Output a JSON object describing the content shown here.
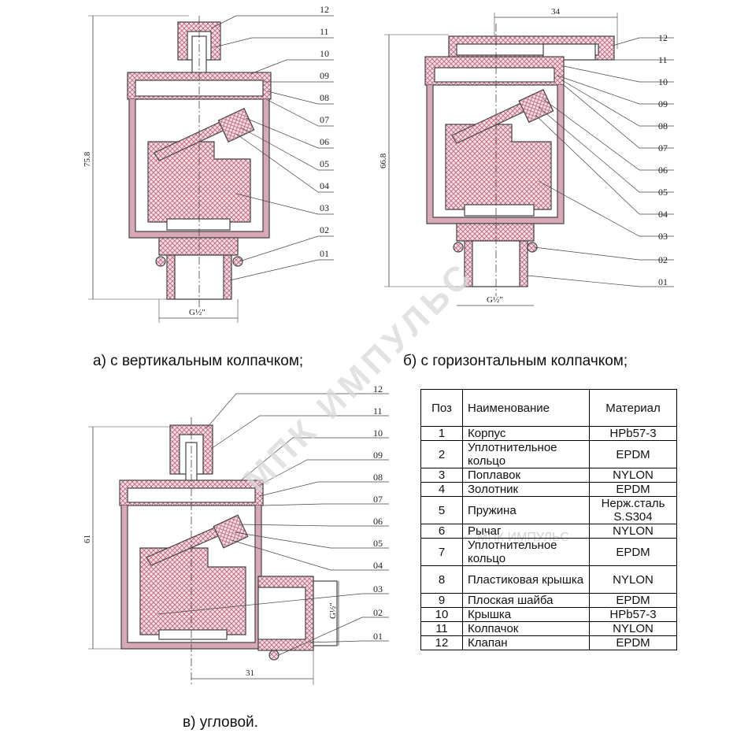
{
  "captions": {
    "a": "а) с вертикальным колпачком;",
    "b": "б) с горизонтальным колпачком;",
    "c": "в) угловой."
  },
  "watermark": "МПК ИМПУЛЬС",
  "watermark_small": "МПК ИМПУЛЬС",
  "part_labels": [
    "12",
    "11",
    "10",
    "09",
    "08",
    "07",
    "06",
    "05",
    "04",
    "03",
    "02",
    "01"
  ],
  "dimensions": {
    "a_height": "75.8",
    "a_thread": "G½\"",
    "b_height": "66.8",
    "b_width": "34",
    "b_thread": "G½\"",
    "c_height": "61",
    "c_width": "31",
    "c_thread": "G½\""
  },
  "table": {
    "headers": [
      "Поз",
      "Наименование",
      "Материал"
    ],
    "rows": [
      {
        "pos": "1",
        "name": "Корпус",
        "material": "HPb57-3"
      },
      {
        "pos": "2",
        "name": "Уплотнительное кольцо",
        "material": "EPDM"
      },
      {
        "pos": "3",
        "name": "Поплавок",
        "material": "NYLON"
      },
      {
        "pos": "4",
        "name": "Золотник",
        "material": "EPDM"
      },
      {
        "pos": "5",
        "name": "Пружина",
        "material": "Нерж.сталь S.S304"
      },
      {
        "pos": "6",
        "name": "Рычаг",
        "material": "NYLON"
      },
      {
        "pos": "7",
        "name": "Уплотнительное кольцо",
        "material": "EPDM"
      },
      {
        "pos": "8",
        "name": "Пластиковая крышка",
        "material": "NYLON"
      },
      {
        "pos": "9",
        "name": "Плоская шайба",
        "material": "EPDM"
      },
      {
        "pos": "10",
        "name": "Крышка",
        "material": "HPb57-3"
      },
      {
        "pos": "11",
        "name": "Колпачок",
        "material": "NYLON"
      },
      {
        "pos": "12",
        "name": "Клапан",
        "material": "EPDM"
      }
    ]
  },
  "colors": {
    "hatch": "#c0607a",
    "fill": "#f3dfe4",
    "line": "#444444"
  }
}
